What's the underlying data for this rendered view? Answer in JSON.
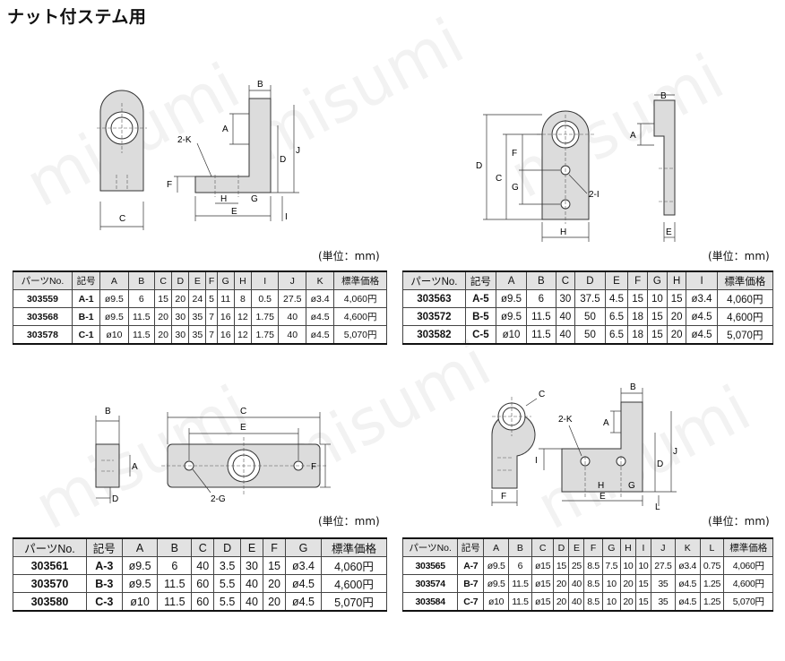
{
  "title": "ナット付ステム用",
  "watermark": "misumi",
  "unit_label": "(単位：mm)",
  "diagram_labels": {
    "a": {
      "B": "B",
      "A": "A",
      "K": "2-K",
      "D": "D",
      "J": "J",
      "F": "F",
      "H": "H",
      "G": "G",
      "E": "E",
      "C": "C",
      "I": "I"
    },
    "b": {
      "B": "B",
      "A": "A",
      "D": "D",
      "C": "C",
      "F": "F",
      "G": "G",
      "I": "2-I",
      "H": "H",
      "E": "E"
    },
    "c": {
      "B": "B",
      "A": "A",
      "D": "D",
      "C": "C",
      "E": "E",
      "F": "F",
      "G": "2-G"
    },
    "d": {
      "C": "C",
      "K": "2-K",
      "B": "B",
      "A": "A",
      "D": "D",
      "J": "J",
      "I": "I",
      "H": "H",
      "G": "G",
      "F": "F",
      "E": "E",
      "L": "L"
    }
  },
  "tables": {
    "a": {
      "headers": [
        "パーツNo.",
        "記号",
        "A",
        "B",
        "C",
        "D",
        "E",
        "F",
        "G",
        "H",
        "I",
        "J",
        "K",
        "標準価格"
      ],
      "rows": [
        [
          "303559",
          "A-1",
          "ø9.5",
          "6",
          "15",
          "20",
          "24",
          "5",
          "11",
          "8",
          "0.5",
          "27.5",
          "ø3.4",
          "4,060円"
        ],
        [
          "303568",
          "B-1",
          "ø9.5",
          "11.5",
          "20",
          "30",
          "35",
          "7",
          "16",
          "12",
          "1.75",
          "40",
          "ø4.5",
          "4,600円"
        ],
        [
          "303578",
          "C-1",
          "ø10",
          "11.5",
          "20",
          "30",
          "35",
          "7",
          "16",
          "12",
          "1.75",
          "40",
          "ø4.5",
          "5,070円"
        ]
      ]
    },
    "b": {
      "headers": [
        "パーツNo.",
        "記号",
        "A",
        "B",
        "C",
        "D",
        "E",
        "F",
        "G",
        "H",
        "I",
        "標準価格"
      ],
      "rows": [
        [
          "303563",
          "A-5",
          "ø9.5",
          "6",
          "30",
          "37.5",
          "4.5",
          "15",
          "10",
          "15",
          "ø3.4",
          "4,060円"
        ],
        [
          "303572",
          "B-5",
          "ø9.5",
          "11.5",
          "40",
          "50",
          "6.5",
          "18",
          "15",
          "20",
          "ø4.5",
          "4,600円"
        ],
        [
          "303582",
          "C-5",
          "ø10",
          "11.5",
          "40",
          "50",
          "6.5",
          "18",
          "15",
          "20",
          "ø4.5",
          "5,070円"
        ]
      ]
    },
    "c": {
      "headers": [
        "パーツNo.",
        "記号",
        "A",
        "B",
        "C",
        "D",
        "E",
        "F",
        "G",
        "標準価格"
      ],
      "rows": [
        [
          "303561",
          "A-3",
          "ø9.5",
          "6",
          "40",
          "3.5",
          "30",
          "15",
          "ø3.4",
          "4,060円"
        ],
        [
          "303570",
          "B-3",
          "ø9.5",
          "11.5",
          "60",
          "5.5",
          "40",
          "20",
          "ø4.5",
          "4,600円"
        ],
        [
          "303580",
          "C-3",
          "ø10",
          "11.5",
          "60",
          "5.5",
          "40",
          "20",
          "ø4.5",
          "5,070円"
        ]
      ]
    },
    "d": {
      "headers": [
        "パーツNo.",
        "記号",
        "A",
        "B",
        "C",
        "D",
        "E",
        "F",
        "G",
        "H",
        "I",
        "J",
        "K",
        "L",
        "標準価格"
      ],
      "rows": [
        [
          "303565",
          "A-7",
          "ø9.5",
          "6",
          "ø15",
          "15",
          "25",
          "8.5",
          "7.5",
          "10",
          "10",
          "27.5",
          "ø3.4",
          "0.75",
          "4,060円"
        ],
        [
          "303574",
          "B-7",
          "ø9.5",
          "11.5",
          "ø15",
          "20",
          "40",
          "8.5",
          "10",
          "20",
          "15",
          "35",
          "ø4.5",
          "1.25",
          "4,600円"
        ],
        [
          "303584",
          "C-7",
          "ø10",
          "11.5",
          "ø15",
          "20",
          "40",
          "8.5",
          "10",
          "20",
          "15",
          "35",
          "ø4.5",
          "1.25",
          "5,070円"
        ]
      ]
    }
  }
}
